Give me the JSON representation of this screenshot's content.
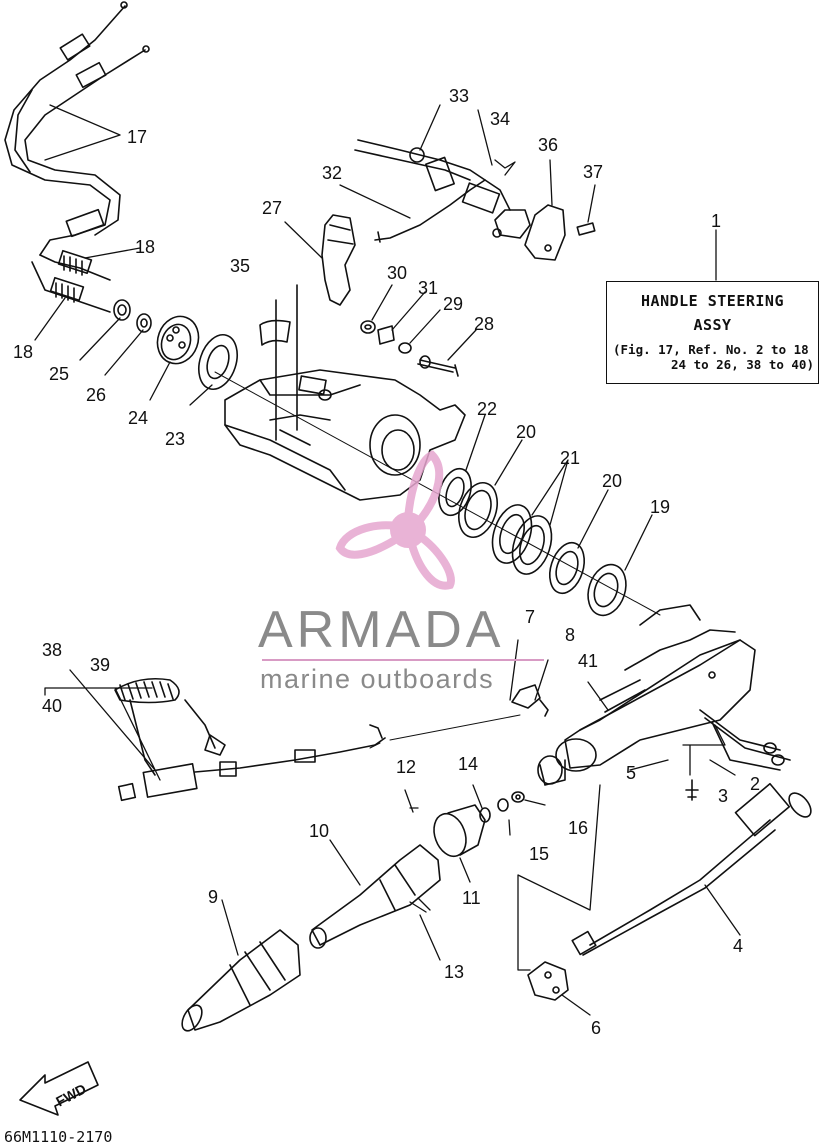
{
  "assy_box": {
    "ref_no": "1",
    "line1": "HANDLE STEERING",
    "line2": "ASSY",
    "line3": "(Fig. 17, Ref. No. 2 to 18",
    "line4": "24 to 26, 38 to 40)"
  },
  "watermark": {
    "brand": "ARMADA",
    "tagline": "marine outboards",
    "accent_color": "#e6a6cf",
    "text_color": "#8a8a8a"
  },
  "footer": {
    "diagram_code": "66M1110-2170",
    "direction_label": "FWD"
  },
  "callouts": {
    "c1": "1",
    "c2": "2",
    "c3": "3",
    "c4": "4",
    "c5": "5",
    "c6": "6",
    "c7": "7",
    "c8": "8",
    "c9": "9",
    "c10": "10",
    "c11": "11",
    "c12": "12",
    "c13": "13",
    "c14": "14",
    "c15": "15",
    "c16": "16",
    "c17": "17",
    "c18a": "18",
    "c18b": "18",
    "c19": "19",
    "c20a": "20",
    "c20b": "20",
    "c21": "21",
    "c22": "22",
    "c23": "23",
    "c24": "24",
    "c25": "25",
    "c26": "26",
    "c27": "27",
    "c28": "28",
    "c29": "29",
    "c30": "30",
    "c31": "31",
    "c32": "32",
    "c33": "33",
    "c34": "34",
    "c35": "35",
    "c36": "36",
    "c37": "37",
    "c38": "38",
    "c39": "39",
    "c40": "40",
    "c41": "41"
  }
}
